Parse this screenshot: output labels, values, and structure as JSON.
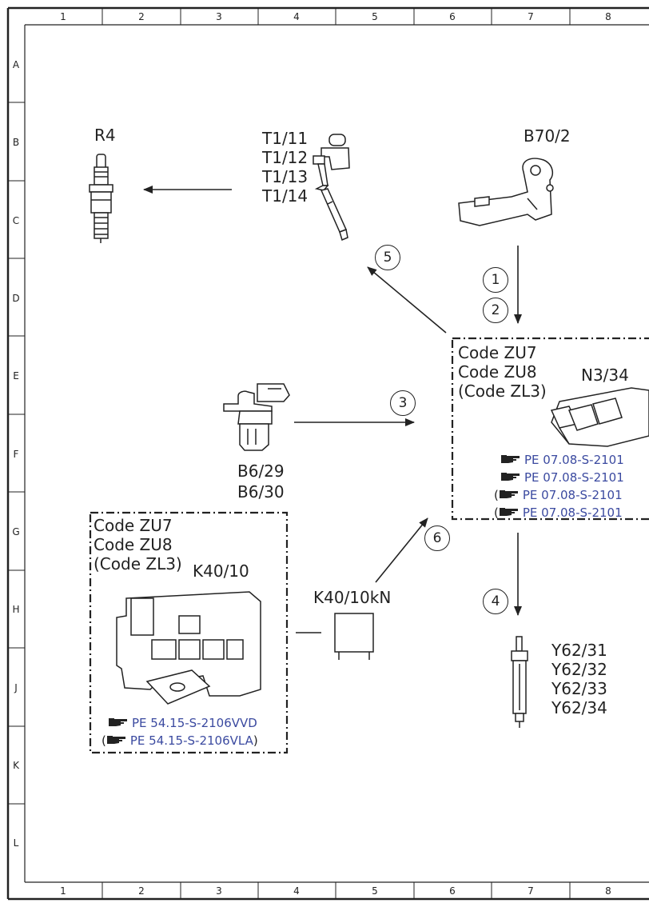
{
  "grid": {
    "columns": [
      "1",
      "2",
      "3",
      "4",
      "5",
      "6",
      "7",
      "8"
    ],
    "rows": [
      "A",
      "B",
      "C",
      "D",
      "E",
      "F",
      "G",
      "H",
      "J",
      "K",
      "L"
    ]
  },
  "components": {
    "r4": "R4",
    "t1": [
      "T1/11",
      "T1/12",
      "T1/13",
      "T1/14"
    ],
    "b70": "B70/2",
    "b6": [
      "B6/29",
      "B6/30"
    ],
    "n3_34": "N3/34",
    "k40_10": "K40/10",
    "k40_10kn": "K40/10kN",
    "y62": [
      "Y62/31",
      "Y62/32",
      "Y62/33",
      "Y62/34"
    ]
  },
  "boxes": {
    "n3": {
      "codes": [
        "Code ZU7",
        "Code ZU8",
        "(Code ZL3)"
      ],
      "refs": [
        "PE 07.08-S-2101",
        "PE 07.08-S-2101",
        "PE 07.08-S-2101",
        "PE 07.08-S-2101"
      ],
      "refs_paren": [
        "",
        "",
        "(",
        "("
      ]
    },
    "k40": {
      "codes": [
        "Code ZU7",
        "Code ZU8",
        "(Code ZL3)"
      ],
      "refs": [
        "PE 54.15-S-2106VVD",
        "PE 54.15-S-2106VLA"
      ],
      "refs_paren": [
        "",
        "("
      ],
      "refs_close": [
        "",
        ")"
      ]
    }
  },
  "steps": [
    "1",
    "2",
    "3",
    "4",
    "5",
    "6"
  ],
  "colors": {
    "line": "#222222",
    "link": "#3b4aa0"
  }
}
